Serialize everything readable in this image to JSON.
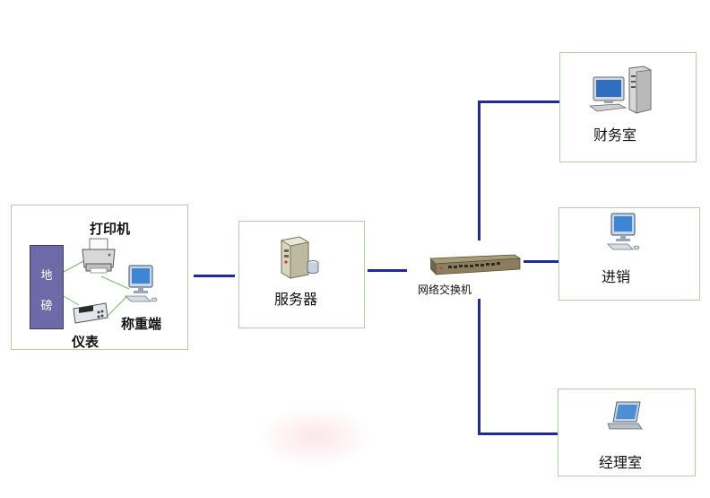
{
  "scale_group": {
    "weighbridge_chars": [
      "地",
      "磅"
    ],
    "printer_label": "打印机",
    "indicator_label": "仪表",
    "terminal_label": "称重端"
  },
  "server": {
    "label": "服务器"
  },
  "switch": {
    "label": "网络交换机"
  },
  "clients": {
    "finance": "财务室",
    "sales": "进销",
    "manager": "经理室"
  },
  "colors": {
    "wire": "#1f2aa0",
    "box_border": "#b7cfa6",
    "scale_bar": "#6e6aa8"
  }
}
